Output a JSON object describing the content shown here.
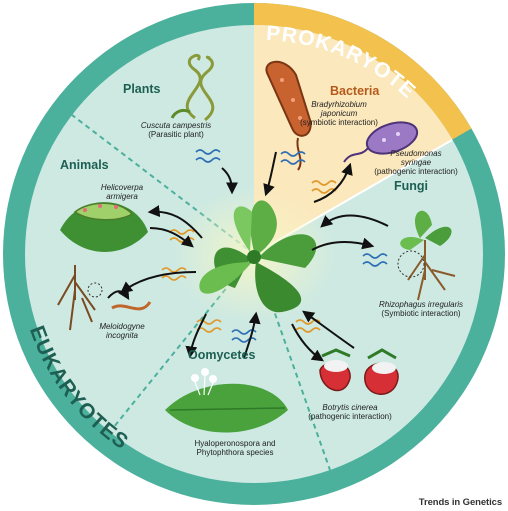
{
  "colors": {
    "eukaryote_ring": "#4bb09c",
    "prokaryote_ring": "#f2c14e",
    "eukaryote_fill": "#cde9e2",
    "prokaryote_fill": "#fbe8bd",
    "leaf": "#4a9d3a",
    "rna_blue": "#2f6fb5",
    "rna_orange": "#e0992a"
  },
  "domains": {
    "prokaryote": "PROKARYOTE",
    "eukaryote": "EUKARYOTES"
  },
  "sections": {
    "plants": "Plants",
    "bacteria": "Bacteria",
    "fungi": "Fungi",
    "animals": "Animals",
    "oomycetes": "Oomycetes"
  },
  "organisms": {
    "cuscuta_name": "Cuscuta campestris",
    "cuscuta_note": "(Parasitic plant)",
    "brady_name1": "Bradyrhizobium",
    "brady_name2": "japonicum",
    "brady_note": "(symbiotic interaction)",
    "pseudo_name1": "Pseudomonas",
    "pseudo_name2": "syringae",
    "pseudo_note": "(pathogenic interaction)",
    "helico_name1": "Helicoverpa",
    "helico_name2": "armigera",
    "melo_name1": "Meloidogyne",
    "melo_name2": "incognita",
    "rhizo_name": "Rhizophagus irregularis",
    "rhizo_note": "(Symbiotic interaction)",
    "botry_name": "Botrytis cinerea",
    "botry_note": "(pathogenic interaction)",
    "hyalo_line1": "Hyaloperonospora and",
    "hyalo_line2": "Phytophthora species"
  },
  "credit": "Trends in Genetics"
}
